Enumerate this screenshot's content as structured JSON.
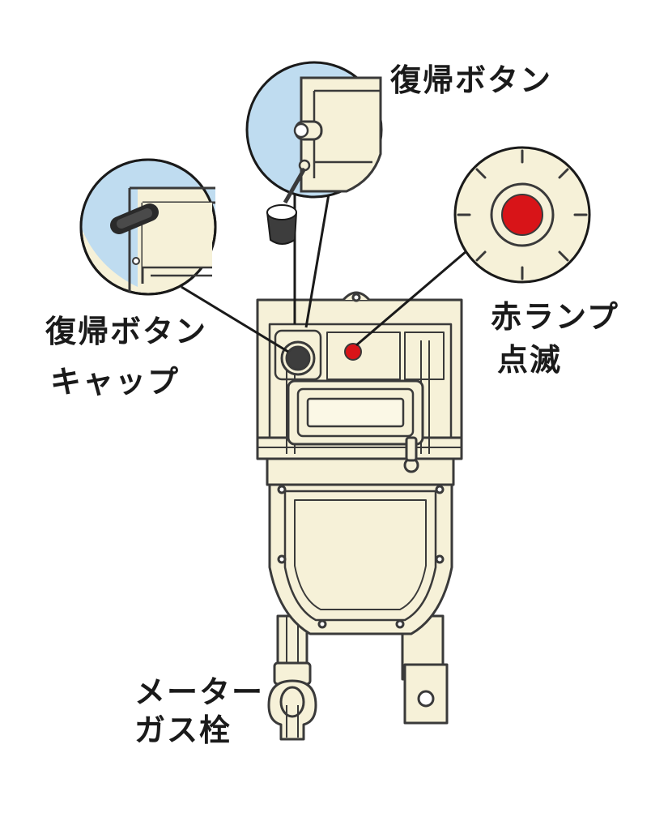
{
  "labels": {
    "reset_button_top": "復帰ボタン",
    "reset_button_cap_line1": "復帰ボタン",
    "reset_button_cap_line2": "キャップ",
    "red_lamp_line1": "赤ランプ",
    "red_lamp_line2": "点滅",
    "meter_gas_valve_line1": "メーター",
    "meter_gas_valve_line2": "ガス栓"
  },
  "colors": {
    "meter_body": "#f6f1d8",
    "outline": "#3a3a3a",
    "callout_sky": "#bfdcf0",
    "lamp_red": "#d81418",
    "cap_dark": "#3d3d3d"
  }
}
